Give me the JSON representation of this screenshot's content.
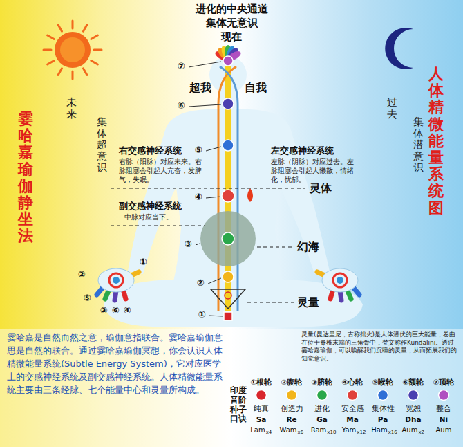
{
  "diagram": {
    "labels": [
      "进化的中央通道",
      "集体无意识",
      "现在",
      "⑦",
      "超我",
      "自我",
      "⑥",
      "未来",
      "集体超意识",
      "过去",
      "集体潜意识",
      "霎哈嘉瑜伽静坐法",
      "人体精微能量系统图",
      "右交感神经系统",
      "右脉（阳脉）对应未来。右脉阻塞会引起人亢奋，发脾气，失眠。",
      "⑤",
      "左交感神经系统",
      "左脉（阴脉）对应过去。左脉阻塞会引起人懒散，情绪化，忧郁。",
      "④",
      "副交感神经系统",
      "中脉对应当下。",
      "灵体",
      "③",
      "幻海",
      "①",
      "②",
      "②",
      "⑤",
      "③",
      "⑥",
      "④",
      "灵量",
      "①",
      "灵量(昆达里尼，古称拙火)是人体潜伏的巨大能量，卷曲在位于脊椎末端的三角骨中，梵文称作Kundalini。透过霎哈嘉瑜伽，可以唤醒我们沉睡的灵量，从而拓展我们的知觉意识。",
      "霎哈嘉是自然而然之意，瑜伽意指联合。霎哈嘉瑜伽意思是自然的联合。通过霎哈嘉瑜伽冥想，你会认识人体精微能量系统(Subtle Energy System)，它对应医学上的交感神经系统及副交感神经系统。人体精微能量系统主要由三条经脉、七个能量中心和灵量所构成。",
      "印度音阶种子口诀",
      "①根轮",
      "纯真",
      "Sa",
      "Lam",
      "x4",
      "②腹轮",
      "创造力",
      "Re",
      "Wam",
      "x6",
      "③脐轮",
      "进化",
      "Ga",
      "Ram",
      "x10",
      "④心轮",
      "安全感",
      "Ma",
      "Yam",
      "x12",
      "⑤喉轮",
      "集体性",
      "Pa",
      "Ham",
      "x16",
      "⑥额轮",
      "宽恕",
      "Dha",
      "Aum",
      "x2",
      "⑦顶轮",
      "整合",
      "Ni",
      "Aum"
    ]
  }
}
